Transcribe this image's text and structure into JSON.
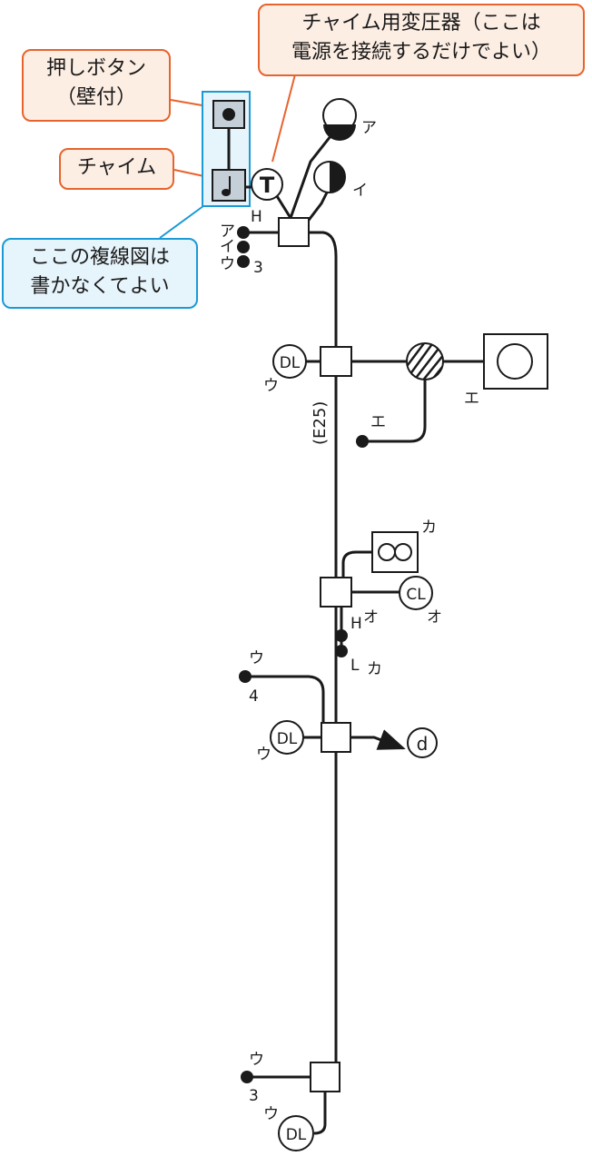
{
  "callouts": {
    "push_button": {
      "line1": "押しボタン",
      "line2": "（壁付）"
    },
    "chime": {
      "line1": "チャイム"
    },
    "transformer": {
      "line1": "チャイム用変圧器（ここは",
      "line2": "電源を接続するだけでよい）"
    },
    "note": {
      "line1": "ここの複線図は",
      "line2": "書かなくてよい"
    }
  },
  "symbols": {
    "transformer_T": "T",
    "downlight": "DL",
    "ceiling_light": "CL",
    "outlet_d": "d",
    "conduit": "(E25)"
  },
  "labels": {
    "a": "ア",
    "i": "イ",
    "u": "ウ",
    "e": "エ",
    "o": "オ",
    "ka": "カ",
    "H": "H",
    "L": "L",
    "n3": "3",
    "n4": "4"
  },
  "colors": {
    "callout_orange_border": "#e7632e",
    "callout_orange_fill": "#fdeee4",
    "callout_blue_border": "#1b9ad6",
    "callout_blue_fill": "#e6f4fb",
    "symbol_fill": "#c5cfd8",
    "line": "#1a1a1a"
  }
}
